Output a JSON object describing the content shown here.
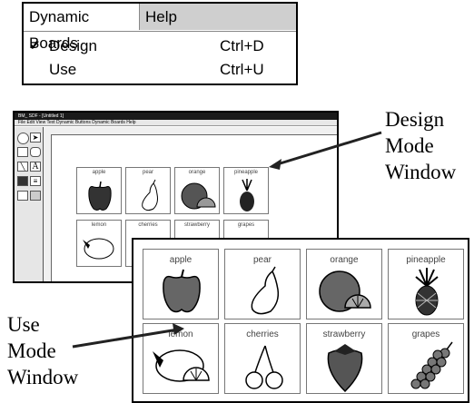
{
  "menu": {
    "bar": [
      "Dynamic Boards",
      "Help"
    ],
    "items": [
      {
        "check": "✔",
        "label": "Design",
        "shortcut": "Ctrl+D"
      },
      {
        "check": "",
        "label": "Use",
        "shortcut": "Ctrl+U"
      }
    ]
  },
  "design_window": {
    "title": "BM_ SDF - [Untitled 1]",
    "menubar": "File Edit View Text Dynamic Buttons Dynamic Boards Help",
    "cells": [
      "apple",
      "pear",
      "orange",
      "pineapple",
      "lemon",
      "cherries",
      "strawberry",
      "grapes"
    ]
  },
  "use_window": {
    "cells": [
      "apple",
      "pear",
      "orange",
      "pineapple",
      "lemon",
      "cherries",
      "strawberry",
      "grapes"
    ]
  },
  "callouts": {
    "design": [
      "Design",
      "Mode",
      "Window"
    ],
    "use": [
      "Use",
      "Mode",
      "Window"
    ]
  }
}
